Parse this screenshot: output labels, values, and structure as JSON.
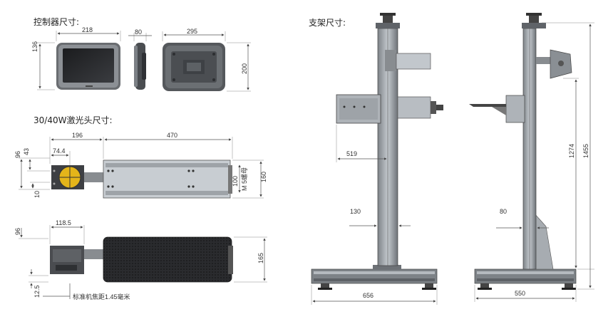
{
  "titles": {
    "controller": "控制器尺寸:",
    "laser_head": "30/40W激光头尺寸:",
    "stand": "支架尺寸:"
  },
  "controller_dims": {
    "front_width": "218",
    "front_height": "136",
    "side_depth": "80",
    "back_width": "295",
    "back_height": "200"
  },
  "laser_top_dims": {
    "overall_left": "196",
    "body_length": "470",
    "lens_offset": "74.4",
    "h_96": "96",
    "h_43": "43",
    "h_10": "10",
    "mount_100": "100",
    "mount_label": "M 5螺母",
    "body_height": "160"
  },
  "laser_side_dims": {
    "offset": "118.5",
    "h_96": "96",
    "bottom": "12.5",
    "body_height": "165",
    "focal_note": "标准机焦距1.45毫米"
  },
  "stand_dims": {
    "arm_reach": "519",
    "col_offset_front": "130",
    "col_offset_side": "80",
    "base_front": "656",
    "base_side": "550",
    "height_1274": "1274",
    "height_1455": "1455"
  }
}
